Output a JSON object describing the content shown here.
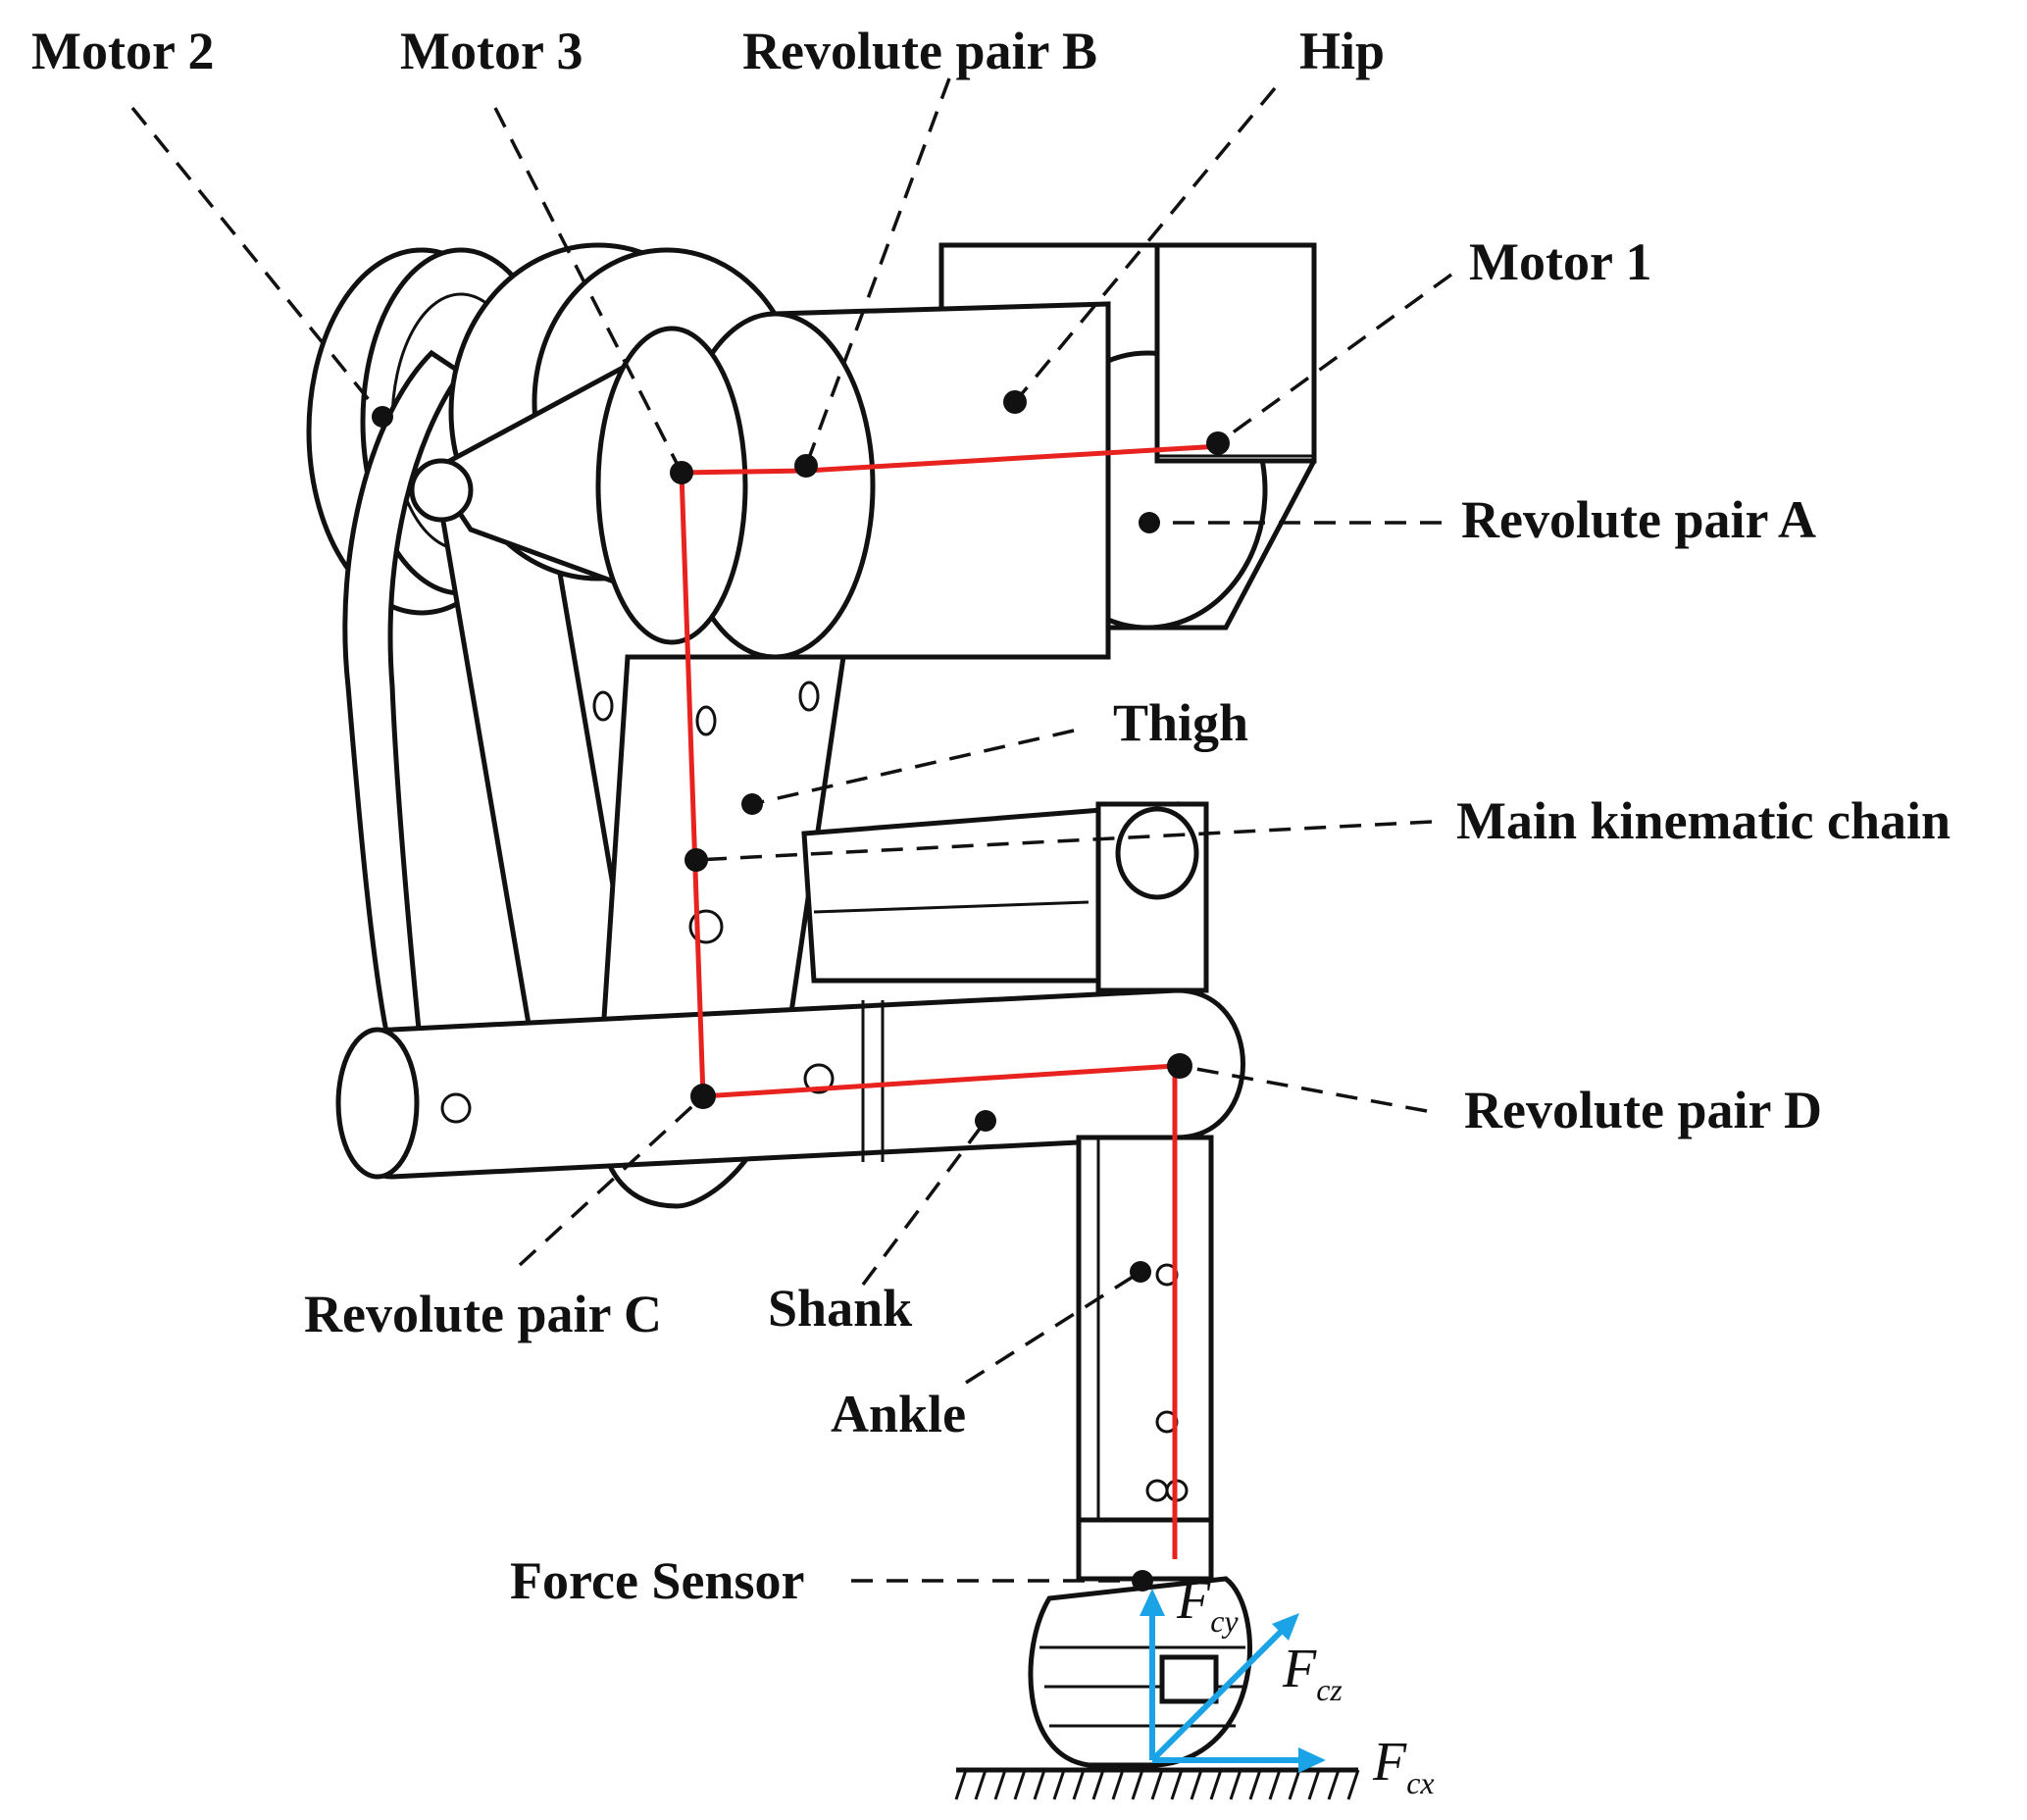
{
  "labels": {
    "motor2": "Motor 2",
    "motor3": "Motor 3",
    "revolute_b": "Revolute pair B",
    "hip": "Hip",
    "motor1": "Motor 1",
    "revolute_a": "Revolute pair A",
    "thigh": "Thigh",
    "main_chain": "Main kinematic chain",
    "revolute_d": "Revolute pair D",
    "revolute_c": "Revolute pair C",
    "shank": "Shank",
    "ankle": "Ankle",
    "force_sensor": "Force Sensor"
  },
  "forces": {
    "fcy": {
      "main": "F",
      "sub": "cy"
    },
    "fcz": {
      "main": "F",
      "sub": "cz"
    },
    "fcx": {
      "main": "F",
      "sub": "cx"
    }
  },
  "colors": {
    "kinematic_chain": "#e8231f",
    "force_arrows": "#1aa3e6",
    "linework": "#111111"
  }
}
